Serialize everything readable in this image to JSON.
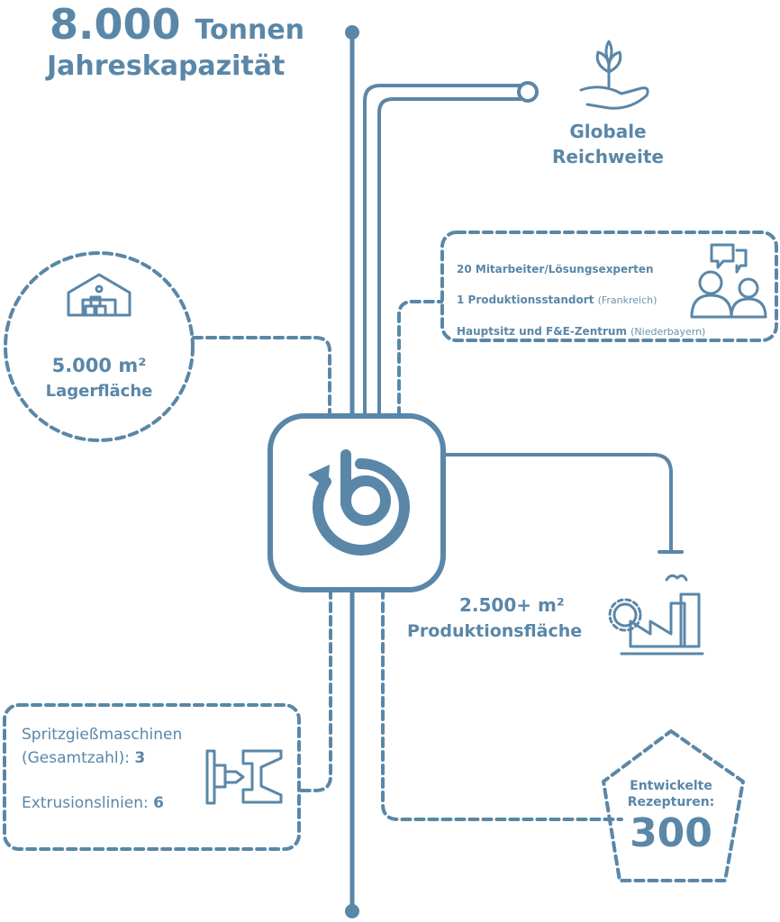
{
  "accent_color": "#5a87a8",
  "capacity": {
    "value": "8.000",
    "unit": "Tonnen",
    "label": "Jahreskapazität"
  },
  "global": {
    "line1": "Globale",
    "line2": "Reichweite",
    "icon": "hand-plant-icon"
  },
  "team": {
    "items": [
      {
        "bold": "20 Mitarbeiter/Lösungsexperten",
        "note": ""
      },
      {
        "bold": "1 Produktionsstandort",
        "note": "(Frankreich)"
      },
      {
        "bold": "Hauptsitz und F&E-Zentrum",
        "note": "(Niederbayern)"
      }
    ],
    "icon": "people-chat-icon"
  },
  "storage": {
    "value": "5.000 m²",
    "label": "Lagerfläche",
    "icon": "warehouse-icon"
  },
  "production": {
    "value": "2.500+ m²",
    "label": "Produktionsfläche",
    "icon": "factory-icon"
  },
  "machines": {
    "injection_label": "Spritzgießmaschinen",
    "injection_label2": "(Gesamtzahl):",
    "injection_value": "3",
    "extrusion_label": "Extrusionslinien:",
    "extrusion_value": "6",
    "icon": "injection-mold-icon"
  },
  "recipes": {
    "line1": "Entwickelte",
    "line2": "Rezepturen:",
    "value": "300"
  },
  "center_logo": "b-logo-icon"
}
